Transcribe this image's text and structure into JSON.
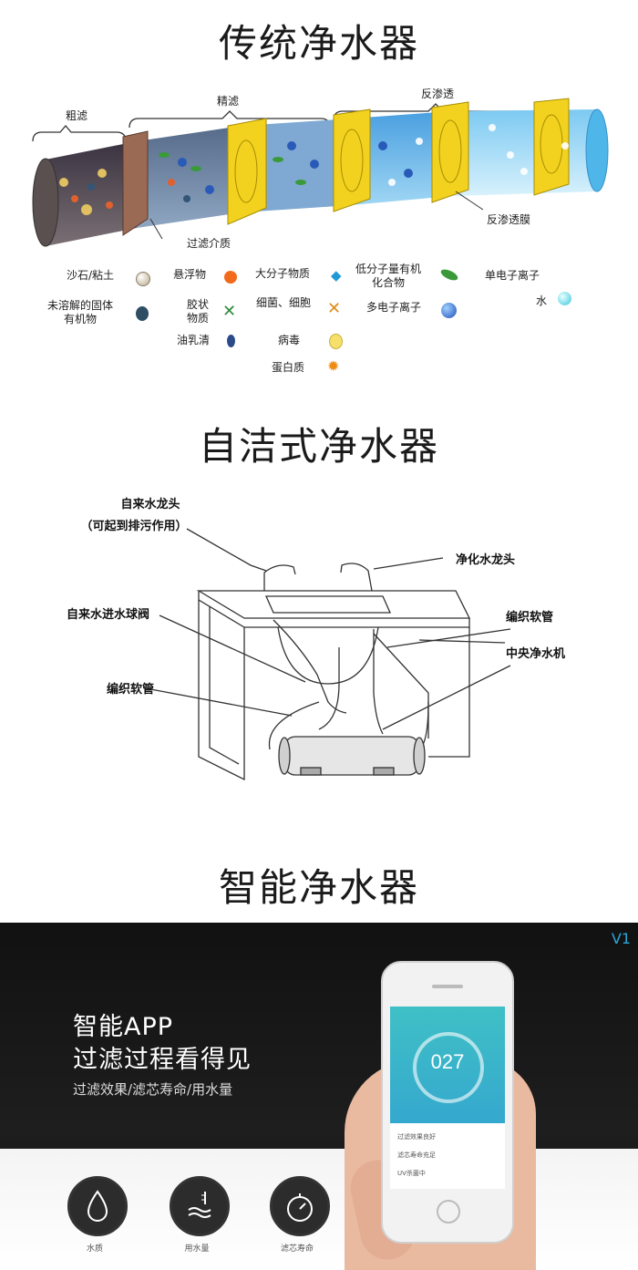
{
  "sections": {
    "traditional": {
      "title": "传统净水器",
      "stages": [
        "粗滤",
        "精滤",
        "反渗透"
      ],
      "filter_medium": "过滤介质",
      "ro_membrane": "反渗透膜",
      "legend": [
        {
          "label": "沙石/粘土"
        },
        {
          "label": "未溶解的固体\n有机物"
        },
        {
          "label": "悬浮物"
        },
        {
          "label": "胶状\n物质"
        },
        {
          "label": "油乳清"
        },
        {
          "label": "大分子物质"
        },
        {
          "label": "细菌、细胞"
        },
        {
          "label": "病毒"
        },
        {
          "label": "蛋白质"
        },
        {
          "label": "低分子量有机\n化合物"
        },
        {
          "label": "多电子离子"
        },
        {
          "label": "单电子离子"
        },
        {
          "label": "水"
        }
      ]
    },
    "selfclean": {
      "title": "自洁式净水器",
      "labels": {
        "tap": "自来水龙头",
        "tap_note": "（可起到排污作用）",
        "purified_tap": "净化水龙头",
        "ball_valve": "自来水进水球阀",
        "braided_hose_right": "编织软管",
        "central_unit": "中央净水机",
        "braided_hose_left": "编织软管"
      }
    },
    "smart": {
      "title": "智能净水器",
      "badge": "V1",
      "headline1": "智能APP",
      "headline2": "过滤过程看得见",
      "subline": "过滤效果/滤芯寿命/用水量",
      "features": [
        {
          "icon": "water-drop-icon",
          "label": "水质"
        },
        {
          "icon": "water-level-icon",
          "label": "用水量"
        },
        {
          "icon": "stopwatch-icon",
          "label": "滤芯寿命"
        }
      ],
      "phone": {
        "reading": "027",
        "list_items": [
          "过滤效果良好",
          "滤芯寿命充足",
          "UV杀菌中"
        ]
      }
    }
  },
  "colors": {
    "accent_blue": "#2aa6d8",
    "filter_yellow": "#f2d21f",
    "app_teal": "#3fc0c6"
  }
}
